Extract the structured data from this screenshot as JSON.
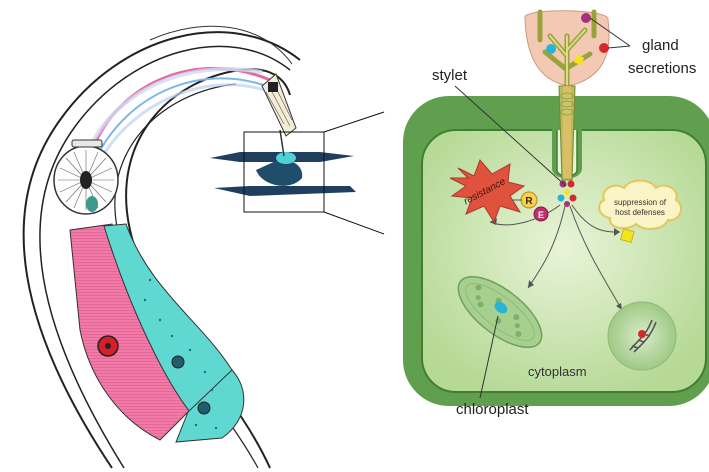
{
  "labels": {
    "stylet": "stylet",
    "gland_line1": "gland",
    "gland_line2": "secretions",
    "resistance": "resistance",
    "r_badge": "R",
    "e_badge": "E",
    "suppression_line1": "suppression of",
    "suppression_line2": "host defenses",
    "cytoplasm": "cytoplasm",
    "chloroplast": "chloroplast"
  },
  "colors": {
    "cell_wall": "#5f9f4d",
    "cytoplasm": "#c5e2ab",
    "stylet": "#b7bc60",
    "gland": "#f4c9b4",
    "resistance": "#e0523e",
    "badge": "#f6d24a",
    "secretion_red": "#d62a2a",
    "secretion_cyan": "#29b3d5",
    "secretion_yellow": "#f2e51b",
    "nematode_pink": "#f07aa8",
    "nematode_cyan": "#5fd8d2"
  },
  "icons": [
    "nematode-head-illustration",
    "zoom-box",
    "plant-cell-diagram",
    "dna-icon",
    "explosion-icon"
  ]
}
